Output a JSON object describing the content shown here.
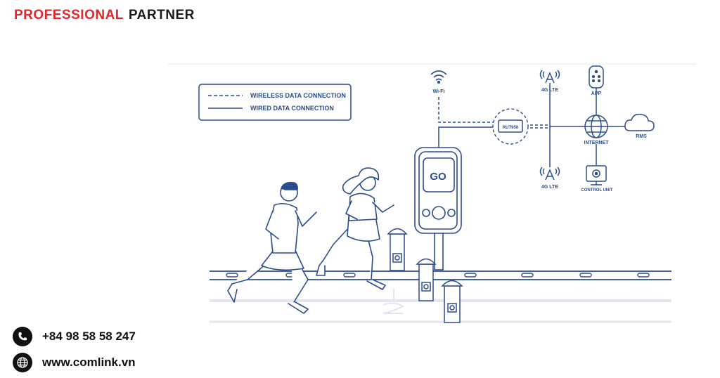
{
  "brand": {
    "primary": "PROFESSIONAL",
    "secondary": "PARTNER",
    "primary_color": "#e3262a"
  },
  "legend": {
    "wireless": "WIRELESS DATA CONNECTION",
    "wired": "WIRED DATA CONNECTION"
  },
  "nodes": {
    "wifi": "Wi-Fi",
    "router": "RUT956",
    "lte_top": "4G LTE",
    "lte_bottom": "4G LTE",
    "app": "APP",
    "internet": "INTERNET",
    "rms": "RMS",
    "control_unit": "CONTROL UNIT",
    "gate_sign": "GO"
  },
  "contact": {
    "phone": "+84 98 58 58 247",
    "website": "www.comlink.vn"
  },
  "colors": {
    "line": "#2b4c8f"
  }
}
